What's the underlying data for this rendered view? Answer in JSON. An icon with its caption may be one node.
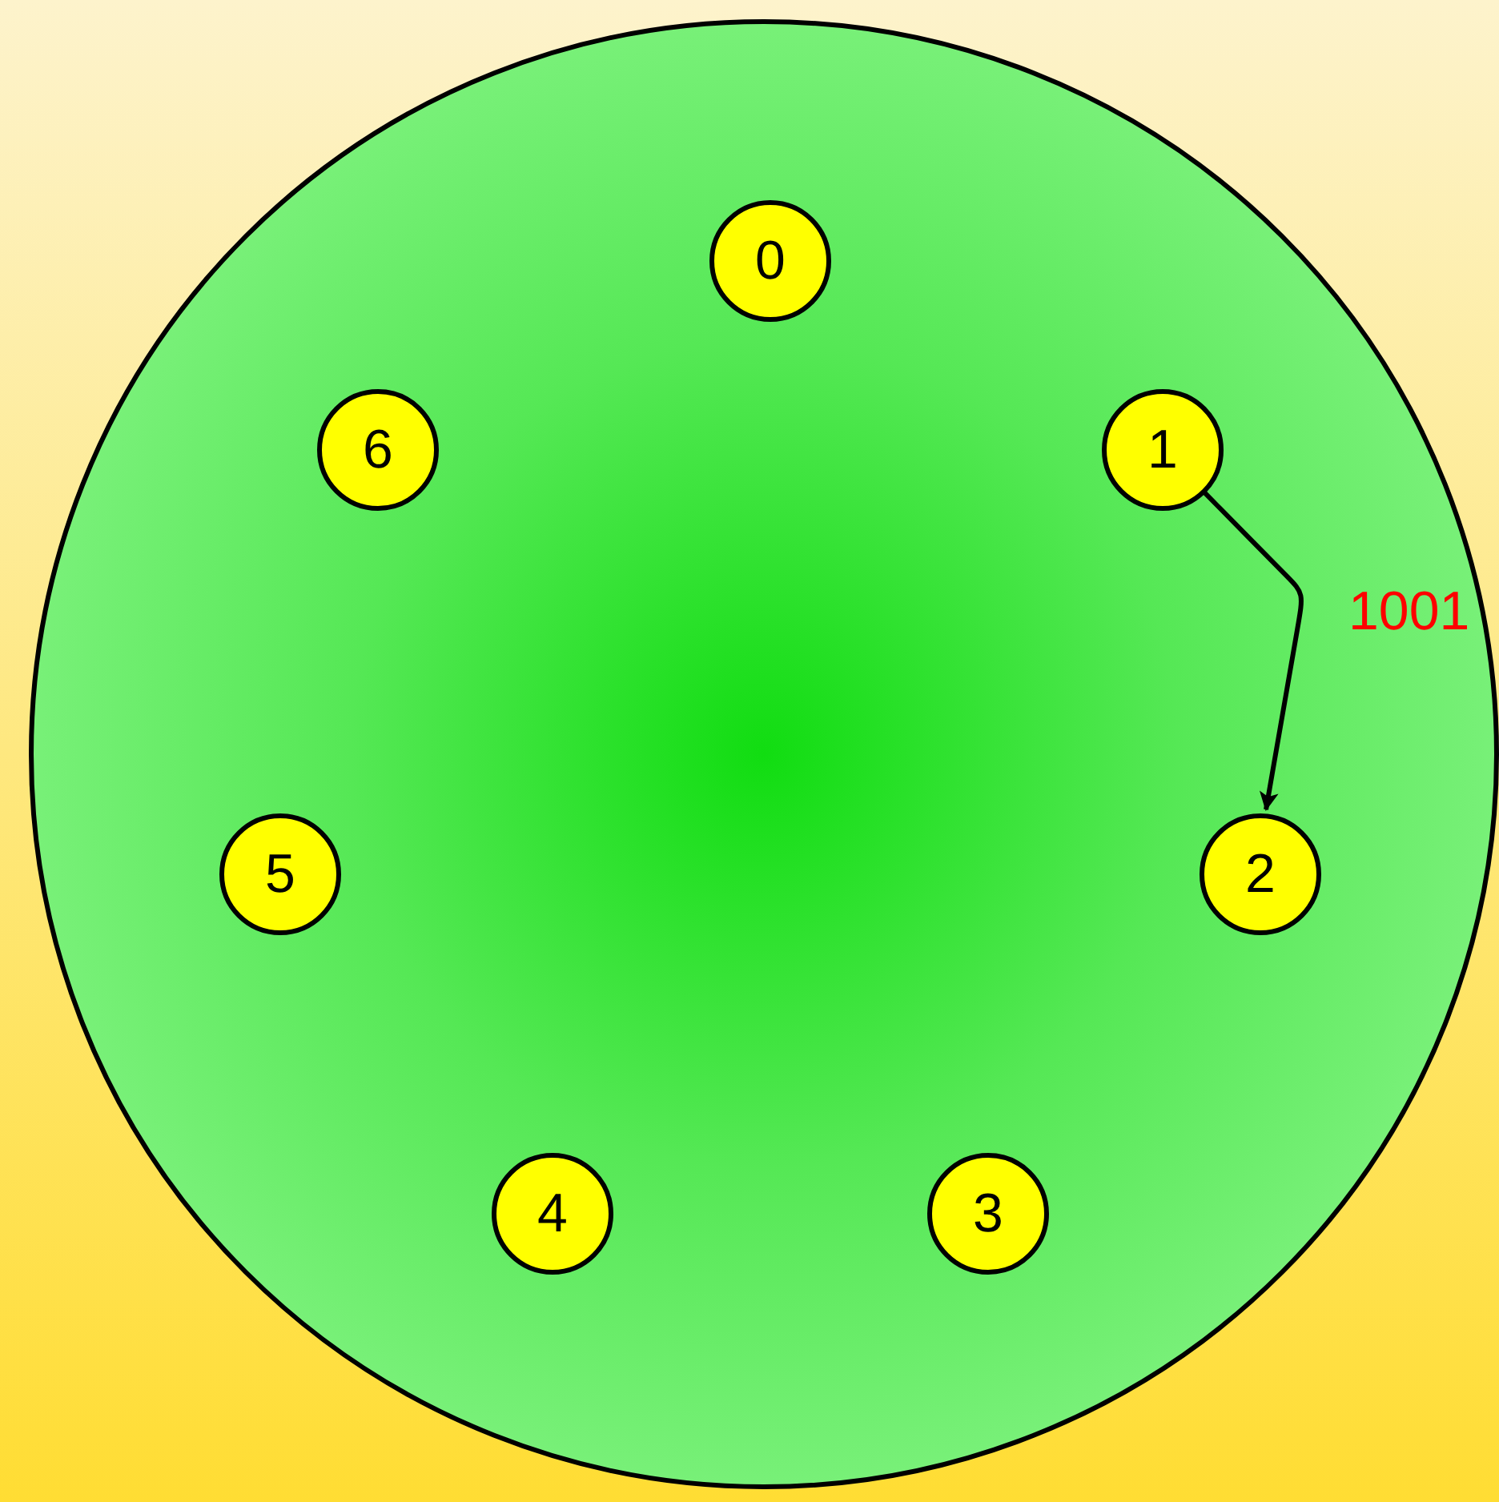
{
  "diagram": {
    "nodes": [
      {
        "text": [],
        "shape": "circle"
      },
      {
        "text": [
          "0"
        ],
        "in": 0
      },
      {
        "text": [
          "1"
        ],
        "in": 0
      },
      {
        "text": [
          "2"
        ],
        "in": 0
      },
      {
        "text": [
          "3"
        ],
        "in": 0
      },
      {
        "text": [
          "4"
        ],
        "in": 0
      },
      {
        "text": [
          "5"
        ],
        "in": 0
      },
      {
        "text": [
          "6"
        ],
        "in": 0
      }
    ],
    "edges": [
      {
        "from": 2,
        "to": 3,
        "arrow": "to",
        "label": "1001"
      }
    ]
  }
}
